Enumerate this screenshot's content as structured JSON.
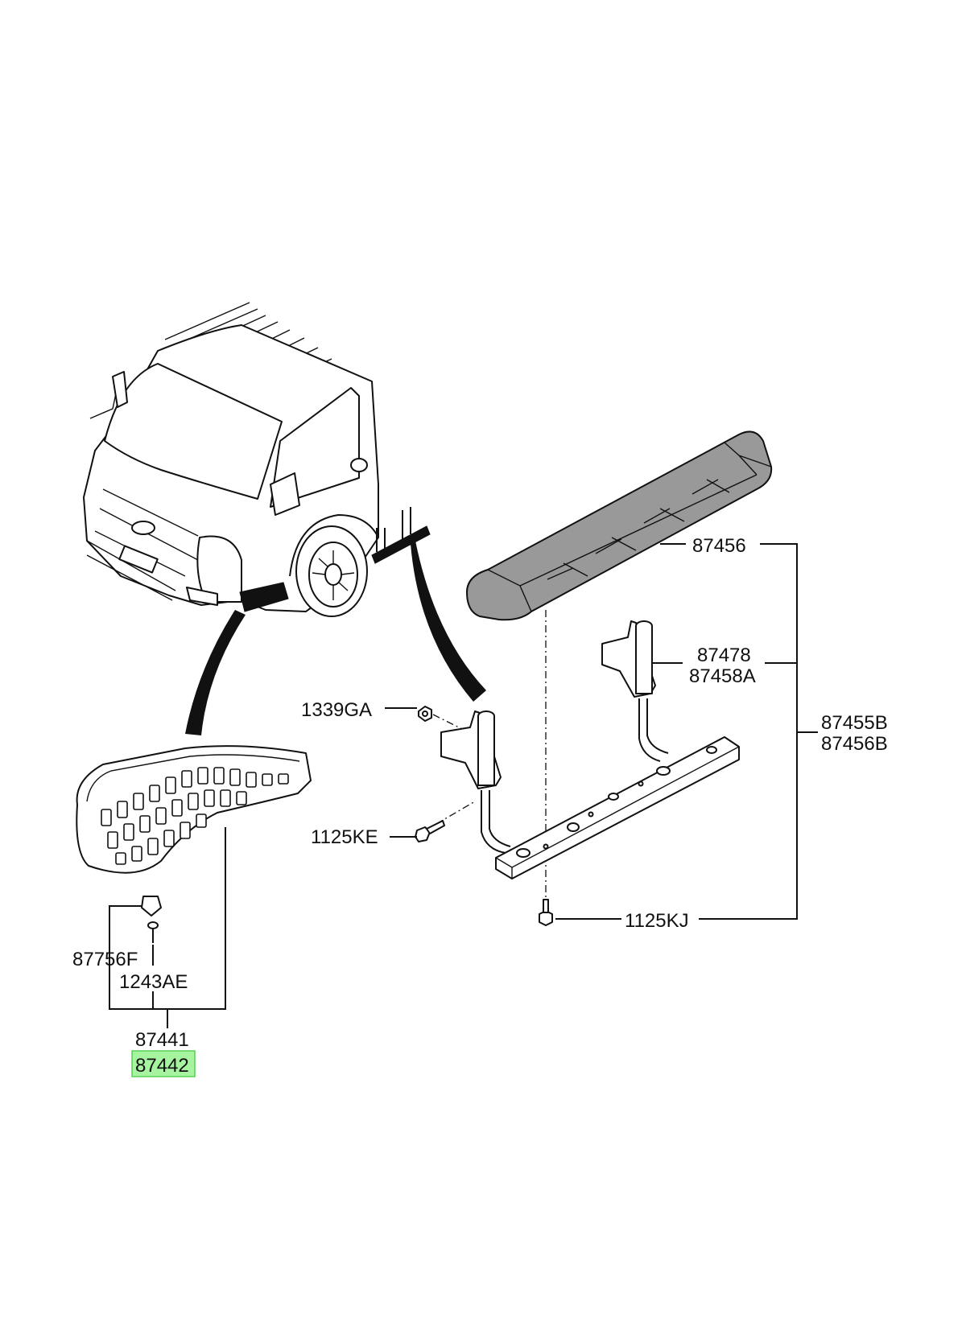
{
  "diagram": {
    "callouts": [
      {
        "id": "87456",
        "text": "87456"
      },
      {
        "id": "87478",
        "text": "87478"
      },
      {
        "id": "87458A",
        "text": "87458A"
      },
      {
        "id": "87455B",
        "text": "87455B"
      },
      {
        "id": "87456B",
        "text": "87456B"
      },
      {
        "id": "1339GA",
        "text": "1339GA"
      },
      {
        "id": "1125KE",
        "text": "1125KE"
      },
      {
        "id": "1125KJ",
        "text": "1125KJ"
      },
      {
        "id": "87756F",
        "text": "87756F"
      },
      {
        "id": "1243AE",
        "text": "1243AE"
      },
      {
        "id": "87441",
        "text": "87441"
      },
      {
        "id": "87442",
        "text": "87442"
      }
    ],
    "highlight_callout": "87442",
    "highlight_color": "#a6f3a0",
    "highlight_border": "#57d154",
    "step_fill_color": "#999999"
  }
}
